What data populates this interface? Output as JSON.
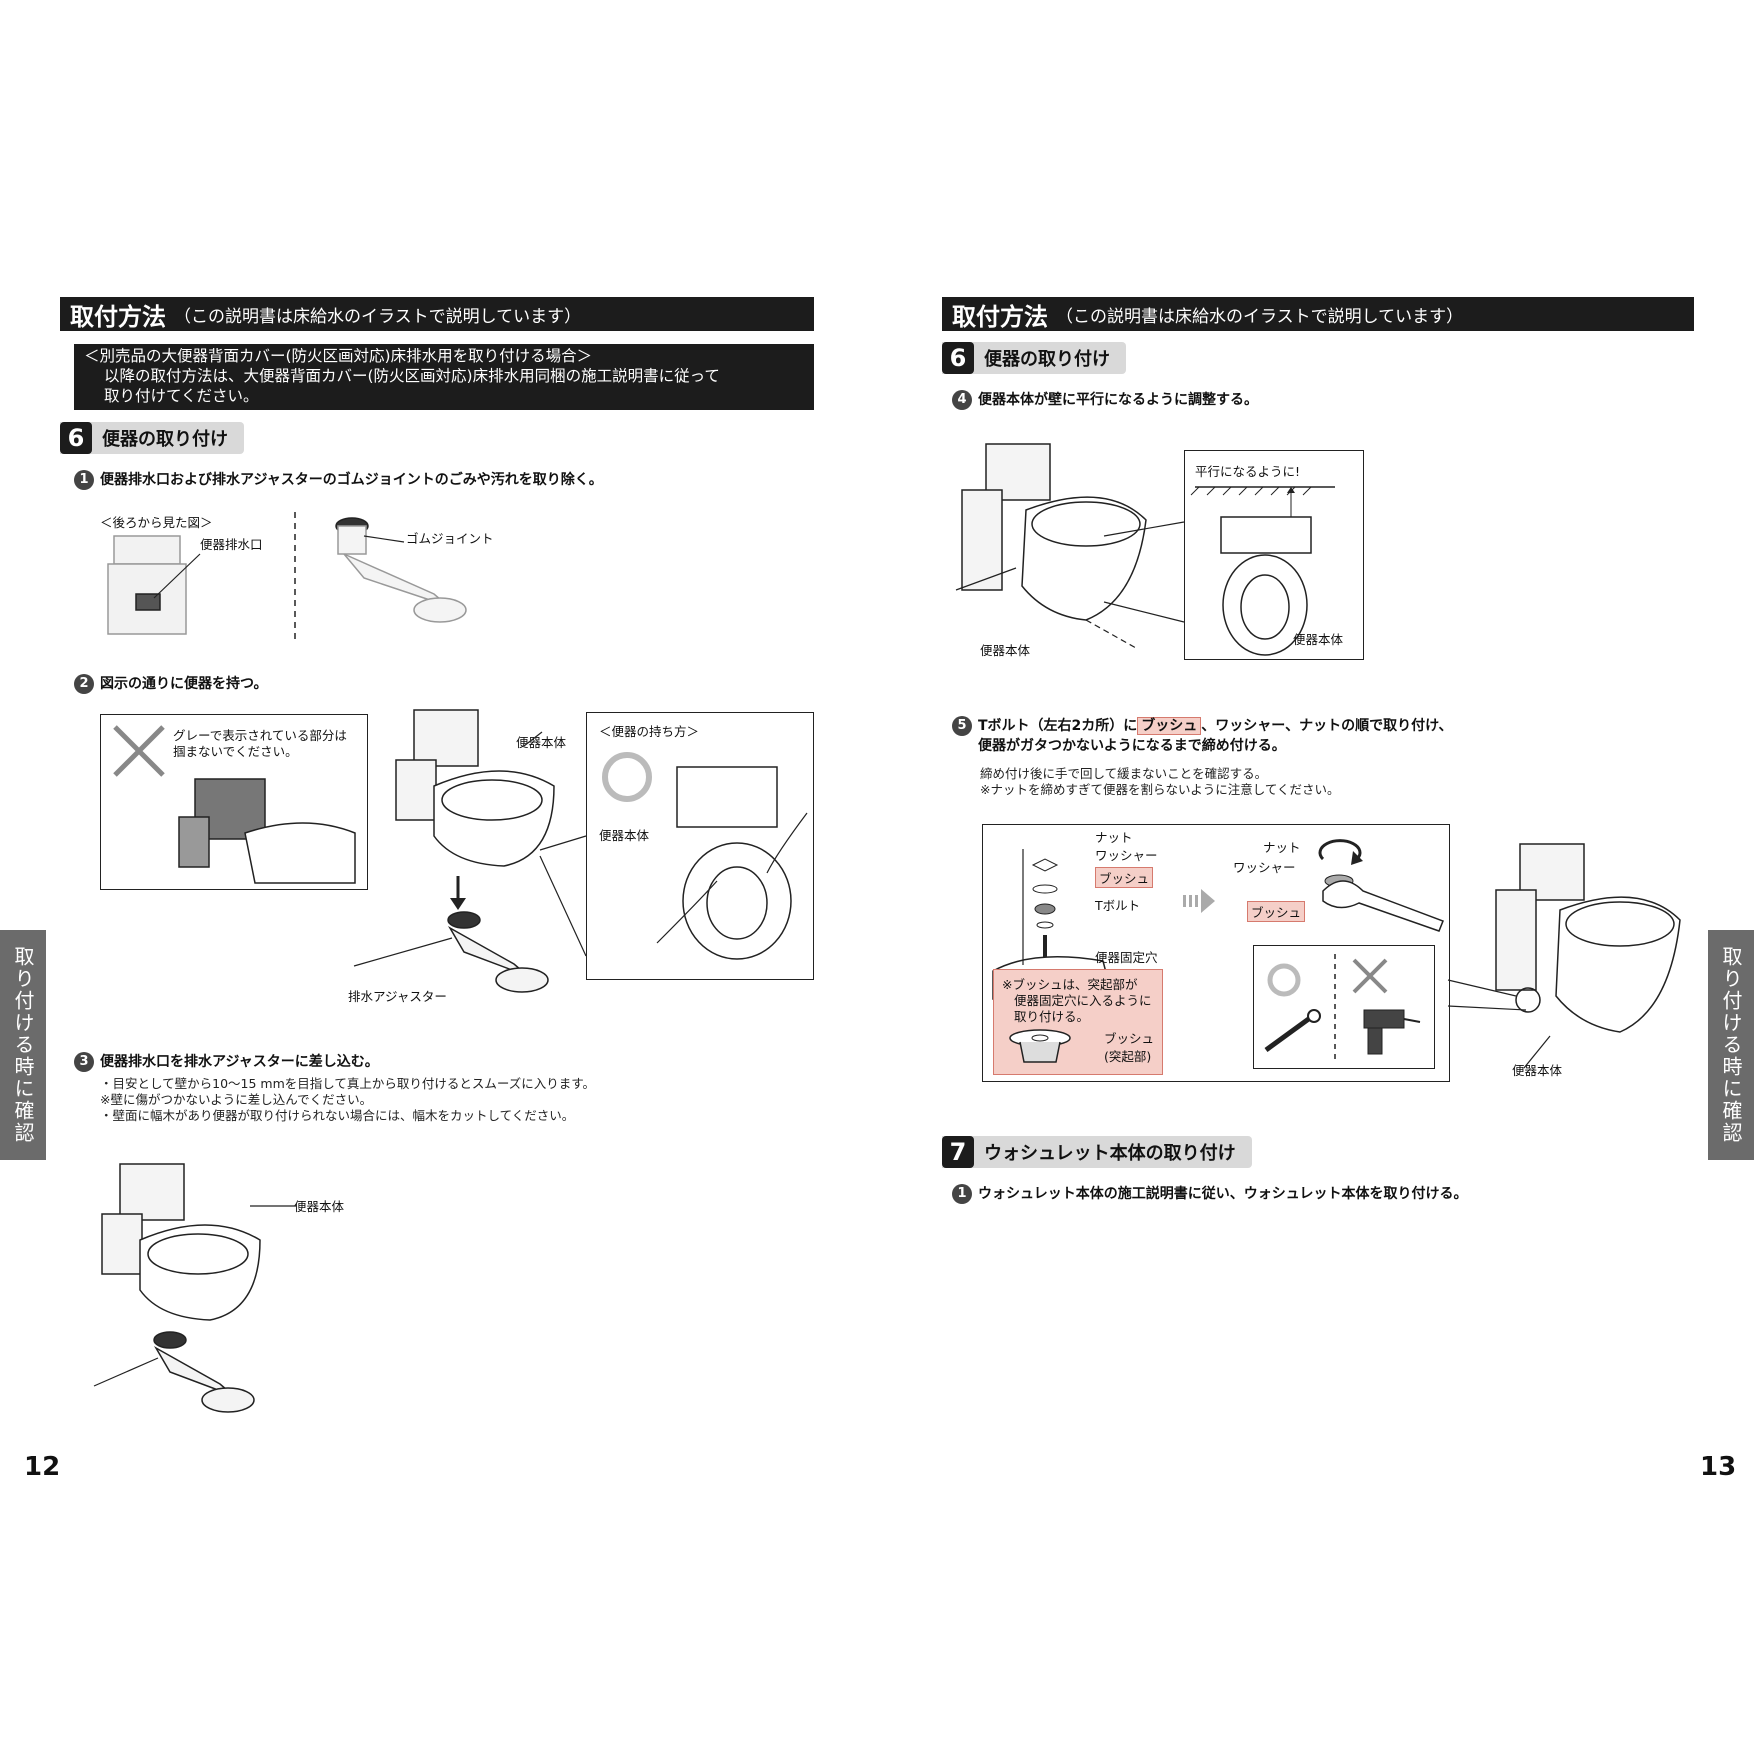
{
  "left": {
    "header": {
      "title": "取付方法",
      "subtitle": "（この説明書は床給水のイラストで説明しています）"
    },
    "notice": {
      "line1": "＜別売品の大便器背面カバー(防火区画対応)床排水用を取り付ける場合＞",
      "line2": "以降の取付方法は、大便器背面カバー(防火区画対応)床排水用同梱の施工説明書に従って",
      "line3": "取り付けてください。"
    },
    "section": {
      "number": "6",
      "title": "便器の取り付け"
    },
    "step1": {
      "num": "1",
      "text": "便器排水口および排水アジャスターのゴムジョイントのごみや汚れを取り除く。",
      "rear_view": "＜後ろから見た図＞",
      "outlet_label": "便器排水口",
      "joint_label": "ゴムジョイント"
    },
    "step2": {
      "num": "2",
      "text": "図示の通りに便器を持つ。",
      "warning_line1": "グレーで表示されている部分は",
      "warning_line2": "掴まないでください。",
      "body_label": "便器本体",
      "adjuster_label": "排水アジャスター",
      "hold_title": "＜便器の持ち方＞",
      "hold_body_label": "便器本体"
    },
    "step3": {
      "num": "3",
      "text": "便器排水口を排水アジャスターに差し込む。",
      "note1": "・目安として壁から10～15 mmを目指して真上から取り付けるとスムーズに入ります。",
      "note2": "※壁に傷がつかないように差し込んでください。",
      "note3": "・壁面に幅木があり便器が取り付けられない場合には、幅木をカットしてください。",
      "body_label": "便器本体"
    },
    "page_number": "12",
    "side_tab": "取り付ける時に確認"
  },
  "right": {
    "header": {
      "title": "取付方法",
      "subtitle": "（この説明書は床給水のイラストで説明しています）"
    },
    "section6": {
      "number": "6",
      "title": "便器の取り付け"
    },
    "step4": {
      "num": "4",
      "text": "便器本体が壁に平行になるように調整する。",
      "parallel_label": "平行になるように!",
      "body_label_left": "便器本体",
      "body_label_right": "便器本体"
    },
    "step5": {
      "num": "5",
      "text_a": "Tボルト（左右2カ所）に",
      "bush": "ブッシュ",
      "text_b": "、ワッシャー、ナットの順で取り付け、",
      "text_c": "便器がガタつかないようになるまで締め付ける。",
      "note1": "締め付け後に手で回して緩まないことを確認する。",
      "note2": "※ナットを締めすぎて便器を割らないように注意してください。",
      "nut": "ナット",
      "washer": "ワッシャー",
      "bush_label": "ブッシュ",
      "tbolt": "Tボルト",
      "fix_hole": "便器固定穴",
      "caution_line1": "※ブッシュは、突起部が",
      "caution_line2": "便器固定穴に入るように",
      "caution_line3": "取り付ける。",
      "bush_part_line1": "ブッシュ",
      "bush_part_line2": "(突起部)",
      "nut2": "ナット",
      "washer2": "ワッシャー",
      "bush_label2": "ブッシュ",
      "body_label": "便器本体"
    },
    "section7": {
      "number": "7",
      "title": "ウォシュレット本体の取り付け"
    },
    "step7_1": {
      "num": "1",
      "text": "ウォシュレット本体の施工説明書に従い、ウォシュレット本体を取り付ける。"
    },
    "page_number": "13",
    "side_tab": "取り付ける時に確認"
  }
}
